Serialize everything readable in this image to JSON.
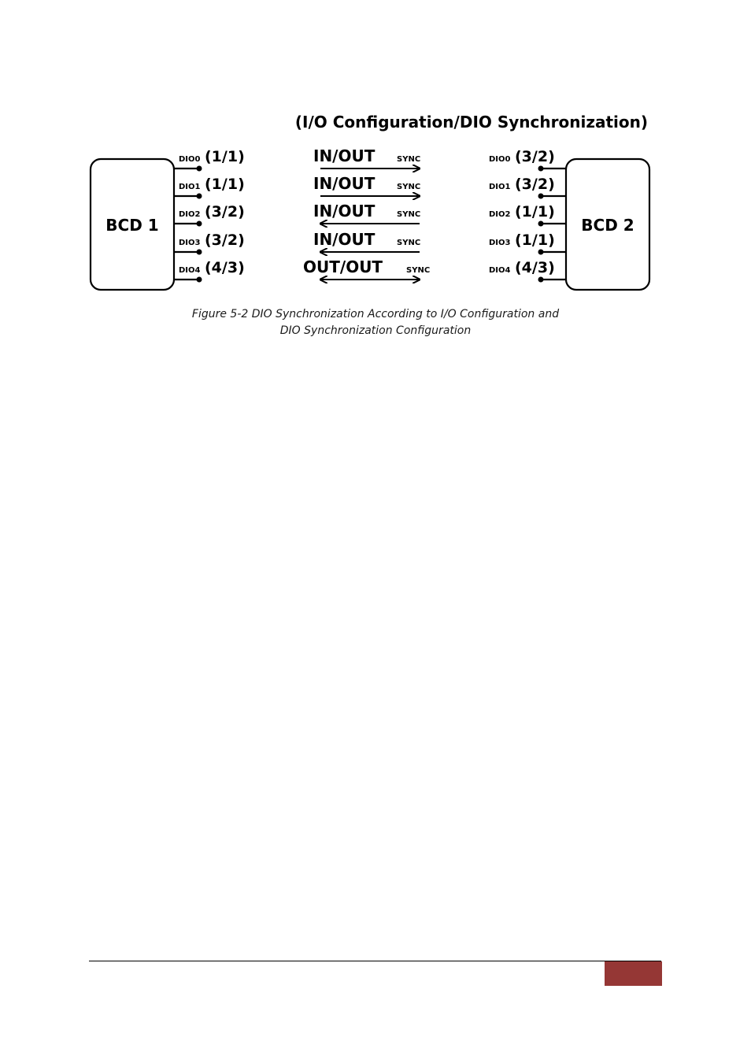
{
  "diagram": {
    "title": "(I/O Configuration/DIO Synchronization)",
    "left_box": "BCD 1",
    "right_box": "BCD 2",
    "rows": [
      {
        "dio": "DIO0",
        "left_cfg": "(1/1)",
        "label": "IN/OUT",
        "sync": "SYNC",
        "direction": "right",
        "right_cfg": "(3/2)"
      },
      {
        "dio": "DIO1",
        "left_cfg": "(1/1)",
        "label": "IN/OUT",
        "sync": "SYNC",
        "direction": "right",
        "right_cfg": "(3/2)"
      },
      {
        "dio": "DIO2",
        "left_cfg": "(3/2)",
        "label": "IN/OUT",
        "sync": "SYNC",
        "direction": "left",
        "right_cfg": "(1/1)"
      },
      {
        "dio": "DIO3",
        "left_cfg": "(3/2)",
        "label": "IN/OUT",
        "sync": "SYNC",
        "direction": "left",
        "right_cfg": "(1/1)"
      },
      {
        "dio": "DIO4",
        "left_cfg": "(4/3)",
        "label": "OUT/OUT",
        "sync": "SYNC",
        "direction": "both",
        "right_cfg": "(4/3)"
      }
    ]
  },
  "caption": {
    "line1": "Figure 5-2 DIO Synchronization According to I/O Configuration and",
    "line2": "DIO Synchronization Configuration"
  },
  "footer": {
    "tab_color": "#953735"
  }
}
